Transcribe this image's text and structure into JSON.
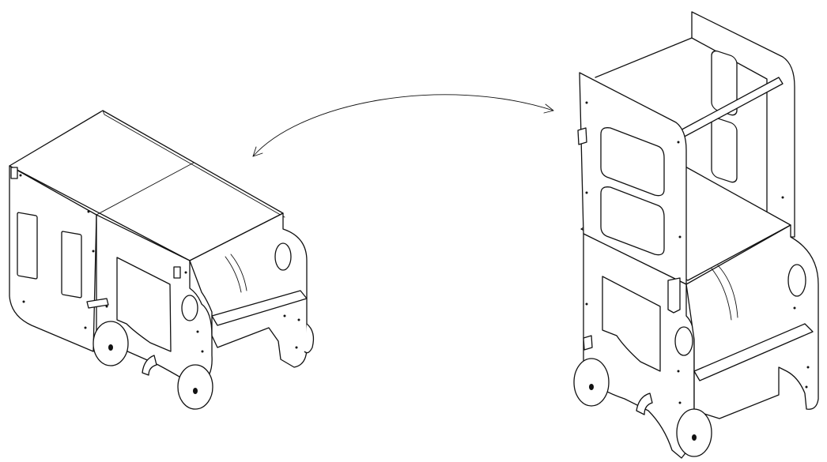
{
  "figure": {
    "left_object": "toy-car-configuration",
    "right_object": "learning-tower-configuration",
    "transition": "double-headed-curved-arrow",
    "stroke_color": "#111111",
    "background_color": "#ffffff"
  }
}
